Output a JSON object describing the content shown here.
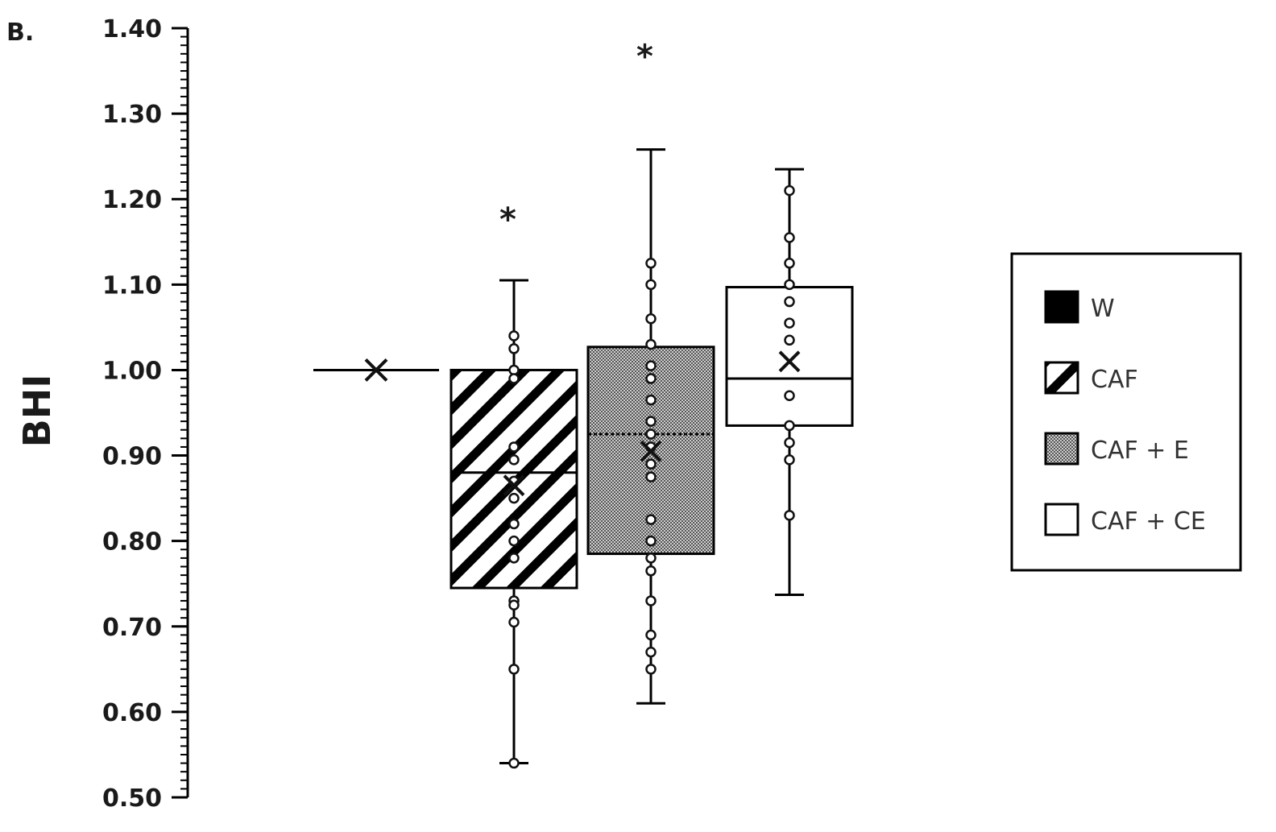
{
  "panel_label": "B.",
  "chart_data": {
    "type": "box",
    "ylabel": "BHI",
    "xlabel": "",
    "ylim": [
      0.5,
      1.4
    ],
    "yticks": [
      "0.50",
      "0.60",
      "0.70",
      "0.80",
      "0.90",
      "1.00",
      "1.10",
      "1.20",
      "1.30",
      "1.40"
    ],
    "legend_position": "right",
    "legend": [
      {
        "label": "W",
        "fill": "solid-black"
      },
      {
        "label": "CAF",
        "fill": "diagonal-hatch"
      },
      {
        "label": "CAF + E",
        "fill": "gray-dots"
      },
      {
        "label": "CAF + CE",
        "fill": "white"
      }
    ],
    "series": [
      {
        "category": "W",
        "min": 1.0,
        "q1": 1.0,
        "median": 1.0,
        "q3": 1.0,
        "max": 1.0,
        "mean": 1.0,
        "points": [],
        "significance": ""
      },
      {
        "category": "CAF",
        "min": 0.54,
        "q1": 0.745,
        "median": 0.88,
        "q3": 1.0,
        "max": 1.105,
        "mean": 0.865,
        "points": [
          1.04,
          1.025,
          1.0,
          0.99,
          0.91,
          0.895,
          0.87,
          0.85,
          0.82,
          0.8,
          0.78,
          0.73,
          0.725,
          0.705,
          0.65,
          0.54
        ],
        "significance": "*"
      },
      {
        "category": "CAF + E",
        "min": 0.61,
        "q1": 0.785,
        "median": 0.925,
        "q3": 1.027,
        "max": 1.258,
        "mean": 0.905,
        "points": [
          1.125,
          1.1,
          1.06,
          1.03,
          1.005,
          0.99,
          0.965,
          0.94,
          0.925,
          0.91,
          0.89,
          0.875,
          0.825,
          0.8,
          0.78,
          0.765,
          0.73,
          0.69,
          0.67,
          0.65
        ],
        "significance": "*"
      },
      {
        "category": "CAF + CE",
        "min": 0.737,
        "q1": 0.935,
        "median": 0.99,
        "q3": 1.097,
        "max": 1.235,
        "mean": 1.01,
        "points": [
          1.21,
          1.155,
          1.125,
          1.1,
          1.08,
          1.055,
          1.035,
          0.97,
          0.935,
          0.915,
          0.895,
          0.83
        ],
        "significance": ""
      }
    ]
  }
}
